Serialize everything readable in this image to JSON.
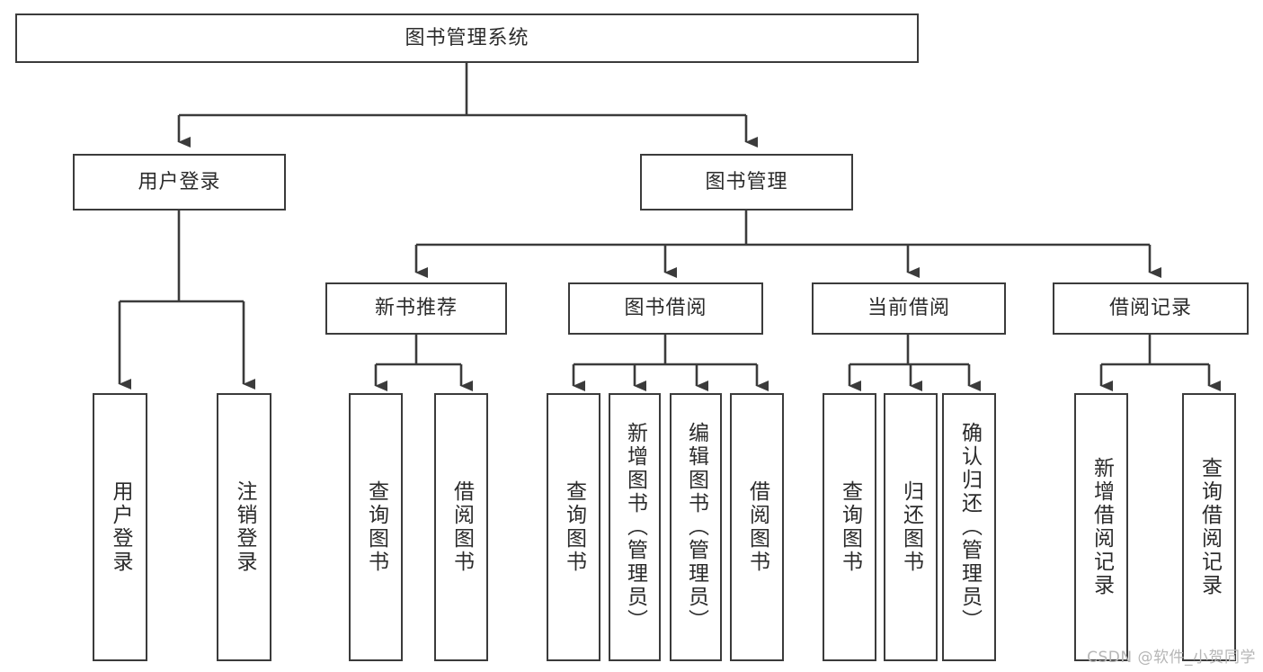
{
  "diagram": {
    "title": "图书管理系统",
    "type": "tree-hierarchy-diagram",
    "watermark": "CSDN @软件_小贺同学",
    "colors": {
      "stroke": "#3b3b3b",
      "fill": "#ffffff",
      "text": "#2b2b2b",
      "watermark": "#b6b6b6"
    },
    "nodes": {
      "root": {
        "label": "图书管理系统"
      },
      "level1": [
        {
          "id": "user-login",
          "label": "用户登录"
        },
        {
          "id": "book-manage",
          "label": "图书管理"
        }
      ],
      "level2": [
        {
          "id": "new-book-recommend",
          "label": "新书推荐"
        },
        {
          "id": "book-borrow",
          "label": "图书借阅"
        },
        {
          "id": "current-borrow",
          "label": "当前借阅"
        },
        {
          "id": "borrow-record",
          "label": "借阅记录"
        }
      ],
      "leaves": {
        "user-login": [
          {
            "id": "leaf-user-login",
            "label": "用户登录"
          },
          {
            "id": "leaf-user-logout",
            "label": "注销登录"
          }
        ],
        "new-book-recommend": [
          {
            "id": "leaf-query-book-1",
            "label": "查询图书"
          },
          {
            "id": "leaf-borrow-book-1",
            "label": "借阅图书"
          }
        ],
        "book-borrow": [
          {
            "id": "leaf-query-book-2",
            "label": "查询图书"
          },
          {
            "id": "leaf-add-book",
            "label": "新增图书（管理员）"
          },
          {
            "id": "leaf-edit-book",
            "label": "编辑图书（管理员）"
          },
          {
            "id": "leaf-borrow-book-2",
            "label": "借阅图书"
          }
        ],
        "current-borrow": [
          {
            "id": "leaf-query-book-3",
            "label": "查询图书"
          },
          {
            "id": "leaf-return-book",
            "label": "归还图书"
          },
          {
            "id": "leaf-confirm-return",
            "label": "确认归还（管理员）"
          }
        ],
        "borrow-record": [
          {
            "id": "leaf-add-record",
            "label": "新增借阅记录"
          },
          {
            "id": "leaf-query-record",
            "label": "查询借阅记录"
          }
        ]
      }
    }
  }
}
